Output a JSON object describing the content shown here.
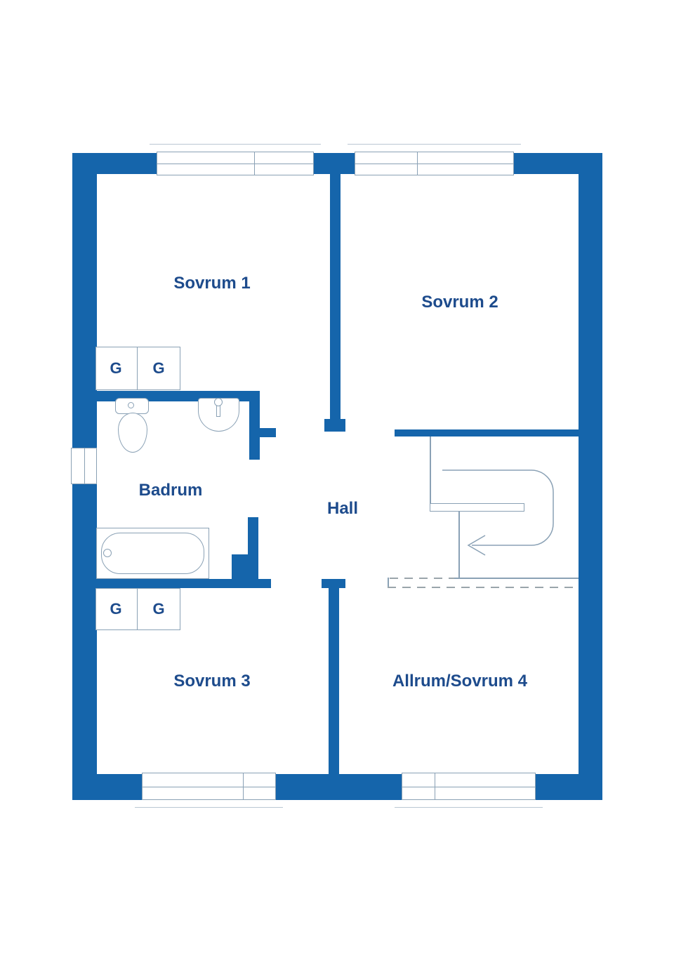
{
  "plan": {
    "type": "floor-plan",
    "language": "sv",
    "rooms": {
      "sovrum1": {
        "label": "Sovrum 1"
      },
      "sovrum2": {
        "label": "Sovrum 2"
      },
      "badrum": {
        "label": "Badrum"
      },
      "hall": {
        "label": "Hall"
      },
      "sovrum3": {
        "label": "Sovrum 3"
      },
      "allrum_sovrum4": {
        "label": "Allrum/Sovrum 4"
      }
    },
    "wardrobes": {
      "g1": "G",
      "g2": "G",
      "g3": "G",
      "g4": "G"
    },
    "fixtures": [
      "toilet-icon",
      "sink-icon",
      "bathtub-icon",
      "stairs-icon",
      "stair-direction-arrow-icon"
    ]
  },
  "colors": {
    "wall": "#1565ab",
    "label": "#1d4b8c",
    "line": "#8aa1b5",
    "dash": "#9aa5ab",
    "sill": "#bac7d3"
  }
}
